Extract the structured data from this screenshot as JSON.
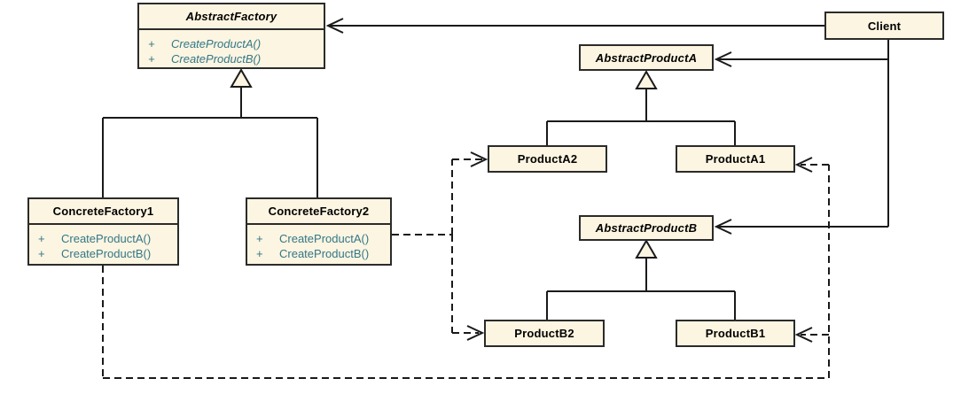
{
  "diagram": {
    "kind": "uml-class-diagram",
    "pattern": "Abstract Factory",
    "colors": {
      "background": "#FFFFFF",
      "box_fill": "#FCF5E1",
      "box_border": "#2B2B2B",
      "line": "#1A1A1A",
      "title_text": "#000000",
      "method_text": "#337788"
    }
  },
  "classes": {
    "abstract_factory": {
      "name": "AbstractFactory",
      "abstract": true,
      "methods": [
        {
          "vis": "+",
          "sig": "CreateProductA()"
        },
        {
          "vis": "+",
          "sig": "CreateProductB()"
        }
      ]
    },
    "client": {
      "name": "Client"
    },
    "abstract_product_a": {
      "name": "AbstractProductA",
      "abstract": true
    },
    "product_a2": {
      "name": "ProductA2"
    },
    "product_a1": {
      "name": "ProductA1"
    },
    "abstract_product_b": {
      "name": "AbstractProductB",
      "abstract": true
    },
    "concrete_factory1": {
      "name": "ConcreteFactory1",
      "methods": [
        {
          "vis": "+",
          "sig": "CreateProductA()"
        },
        {
          "vis": "+",
          "sig": "CreateProductB()"
        }
      ]
    },
    "concrete_factory2": {
      "name": "ConcreteFactory2",
      "methods": [
        {
          "vis": "+",
          "sig": "CreateProductA()"
        },
        {
          "vis": "+",
          "sig": "CreateProductB()"
        }
      ]
    },
    "product_b2": {
      "name": "ProductB2"
    },
    "product_b1": {
      "name": "ProductB1"
    }
  },
  "relationships": [
    {
      "from": "Client",
      "to": "AbstractFactory",
      "type": "association-open-arrow"
    },
    {
      "from": "Client",
      "to": "AbstractProductA",
      "type": "association-open-arrow"
    },
    {
      "from": "Client",
      "to": "AbstractProductB",
      "type": "association-open-arrow"
    },
    {
      "from": "ConcreteFactory1",
      "to": "AbstractFactory",
      "type": "generalization"
    },
    {
      "from": "ConcreteFactory2",
      "to": "AbstractFactory",
      "type": "generalization"
    },
    {
      "from": "ProductA2",
      "to": "AbstractProductA",
      "type": "generalization"
    },
    {
      "from": "ProductA1",
      "to": "AbstractProductA",
      "type": "generalization"
    },
    {
      "from": "ProductB2",
      "to": "AbstractProductB",
      "type": "generalization"
    },
    {
      "from": "ProductB1",
      "to": "AbstractProductB",
      "type": "generalization"
    },
    {
      "from": "ConcreteFactory2",
      "to": "ProductA2",
      "type": "dependency-dashed"
    },
    {
      "from": "ConcreteFactory2",
      "to": "ProductB2",
      "type": "dependency-dashed"
    },
    {
      "from": "ConcreteFactory1",
      "to": "ProductA1",
      "type": "dependency-dashed"
    },
    {
      "from": "ConcreteFactory1",
      "to": "ProductB1",
      "type": "dependency-dashed"
    }
  ]
}
